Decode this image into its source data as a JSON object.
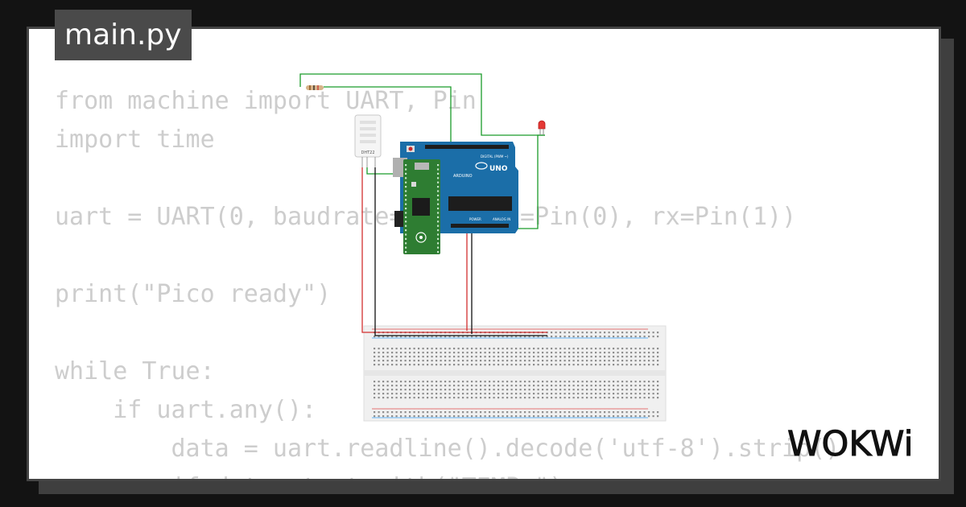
{
  "file_tab": {
    "label": "main.py"
  },
  "code_lines": [
    "from machine import UART, Pin",
    "import time",
    "",
    "uart = UART(0, baudrate=9600, tx=Pin(0), rx=Pin(1))",
    "",
    "print(\"Pico ready\")",
    "",
    "while True:",
    "    if uart.any():",
    "        data = uart.readline().decode('utf-8').strip()",
    "        if data.startswith(\"TEMP:\"):"
  ],
  "brand": {
    "name": "WOKWi"
  },
  "board_labels": {
    "uno": "UNO",
    "arduino": "ARDUINO",
    "digital": "DIGITAL (PWM ~)",
    "analog": "ANALOG IN",
    "power": "POWER",
    "sensor": "DHT22"
  },
  "colors": {
    "background": "#131313",
    "card": "#ffffff",
    "code_text": "#cdcdcd",
    "tab_bg": "#4a4a4a",
    "arduino_blue": "#1b6ea8",
    "pico_green": "#2e7d32",
    "wire_green": "#1a9c2a",
    "wire_red": "#d32f2f",
    "wire_black": "#111111"
  }
}
